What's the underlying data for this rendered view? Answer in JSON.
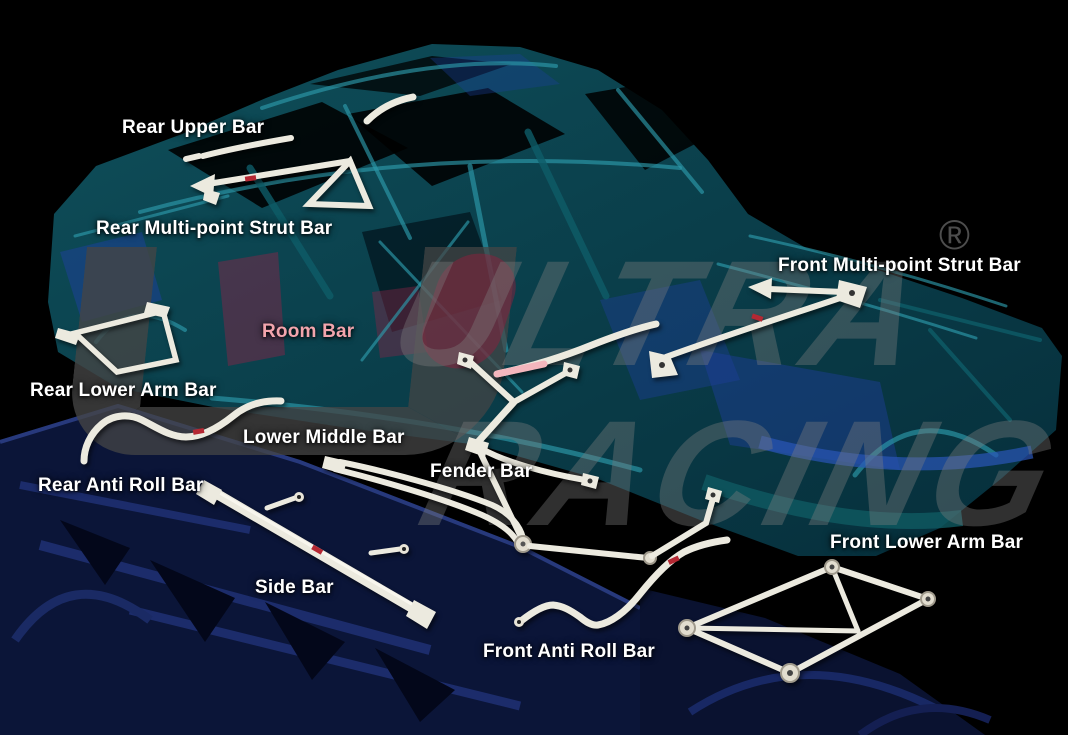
{
  "parts": [
    {
      "id": "rear-upper-bar",
      "label": "Rear Upper Bar",
      "label_color": "#ffffff"
    },
    {
      "id": "rear-multi-point-strut-bar",
      "label": "Rear Multi-point Strut Bar",
      "label_color": "#ffffff"
    },
    {
      "id": "room-bar",
      "label": "Room Bar",
      "label_color": "#f2a5ad"
    },
    {
      "id": "rear-lower-arm-bar",
      "label": "Rear Lower Arm Bar",
      "label_color": "#ffffff"
    },
    {
      "id": "lower-middle-bar",
      "label": "Lower Middle Bar",
      "label_color": "#ffffff"
    },
    {
      "id": "rear-anti-roll-bar",
      "label": "Rear Anti Roll Bar",
      "label_color": "#ffffff"
    },
    {
      "id": "fender-bar",
      "label": "Fender Bar",
      "label_color": "#ffffff"
    },
    {
      "id": "side-bar",
      "label": "Side Bar",
      "label_color": "#ffffff"
    },
    {
      "id": "front-anti-roll-bar",
      "label": "Front Anti Roll Bar",
      "label_color": "#ffffff"
    },
    {
      "id": "front-lower-arm-bar",
      "label": "Front Lower Arm Bar",
      "label_color": "#ffffff"
    },
    {
      "id": "front-multi-point-strut-bar",
      "label": "Front Multi-point Strut Bar",
      "label_color": "#ffffff"
    }
  ],
  "watermark": {
    "line1": "ULTRA",
    "line2": "RACING",
    "registered_symbol": "®"
  },
  "colors": {
    "background": "#000000",
    "car_body_teal": "#0d4a55",
    "car_highlight_cyan": "#2d9aaa",
    "car_patch_blue": "#1e3f9e",
    "car_patch_magenta": "#8e2446",
    "underbody_navy": "#0b1538",
    "bar_white": "#eceadf",
    "label_white": "#ffffff",
    "room_bar_label_pink": "#f2a5ad",
    "watermark_grey": "#6a6a6a",
    "watermark_red": "#96203c",
    "registered_mark_grey": "#4d4d4d"
  }
}
